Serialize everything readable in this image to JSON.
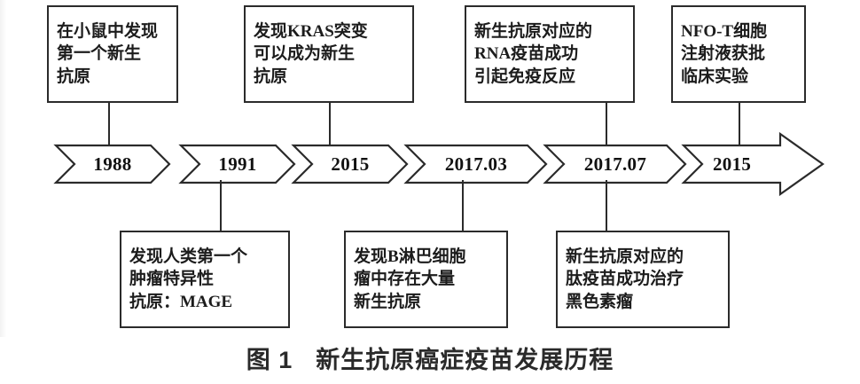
{
  "figure": {
    "caption_label": "图 1",
    "caption_title": "新生抗原癌症疫苗发展历程",
    "colors": {
      "background": "#ffffff",
      "stroke": "#2b2b2b",
      "text": "#1c1c1c",
      "caption": "#2a2a2a"
    }
  },
  "timeline": {
    "milestones": [
      {
        "year": "1988",
        "position": "above"
      },
      {
        "year": "1991",
        "position": "below"
      },
      {
        "year": "2015",
        "position": "above"
      },
      {
        "year": "2017.03",
        "position": "below"
      },
      {
        "year": "2017.07",
        "position": "below"
      },
      {
        "year": "2015",
        "position": "above"
      }
    ]
  },
  "events_above": [
    {
      "year_ref": "1988",
      "lines": [
        "在小鼠中发现",
        "第一个新生",
        "抗原"
      ]
    },
    {
      "year_ref": "2015",
      "lines": [
        "发现KRAS突变",
        "可以成为新生",
        "抗原"
      ]
    },
    {
      "year_ref": "2017.07",
      "lines": [
        "新生抗原对应的",
        "RNA疫苗成功",
        "引起免疫反应"
      ]
    },
    {
      "year_ref": "2015",
      "lines": [
        "NFO-T细胞",
        "注射液获批",
        "临床实验"
      ]
    }
  ],
  "events_below": [
    {
      "year_ref": "1991",
      "lines": [
        "发现人类第一个",
        "肿瘤特异性",
        "抗原：MAGE"
      ]
    },
    {
      "year_ref": "2017.03",
      "lines": [
        "发现B淋巴细胞",
        "瘤中存在大量",
        "新生抗原"
      ]
    },
    {
      "year_ref": "2017.07",
      "lines": [
        "新生抗原对应的",
        "肽疫苗成功治疗",
        "黑色素瘤"
      ]
    }
  ]
}
